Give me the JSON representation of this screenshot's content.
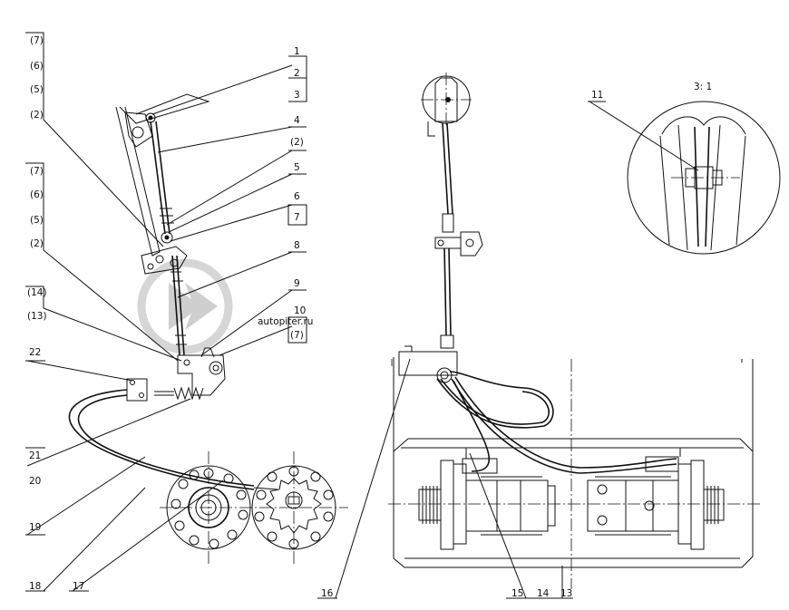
{
  "watermark": {
    "text": "autopiter.ru",
    "icon": "autopiter-logo-icon"
  },
  "detail_view": {
    "scale_label": "3: 1"
  },
  "callouts": {
    "c1": "1",
    "c2": "2",
    "c3": "3",
    "c4": "4",
    "c5": "5",
    "c6": "6",
    "c7": "7",
    "c8": "8",
    "c9": "9",
    "c10": "10",
    "c11": "11",
    "c13": "13",
    "c14": "14",
    "c15": "15",
    "c16": "16",
    "c17": "17",
    "c18": "18",
    "c19": "19",
    "c20": "20",
    "c21": "21",
    "c22": "22",
    "p7a": "(7)",
    "p6a": "(6)",
    "p5a": "(5)",
    "p2a": "(2)",
    "p7b": "(7)",
    "p6b": "(6)",
    "p5b": "(5)",
    "p2b": "(2)",
    "p14": "(14)",
    "p13": "(13)",
    "p2c": "(2)",
    "p7c": "(7)"
  }
}
